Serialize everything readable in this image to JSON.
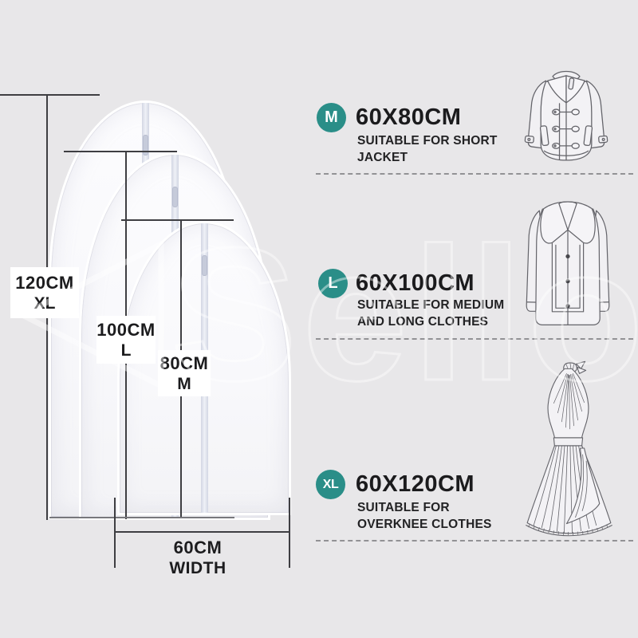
{
  "watermark": {
    "text": "Sello",
    "symbol": "triangle-outline"
  },
  "colors": {
    "background": "#e8e7e9",
    "accent_teal": "#2a8e88",
    "text_dark": "#1c1c1e",
    "dimension_line": "#3e3e42",
    "dash": "#929295"
  },
  "size_diagram": {
    "height_labels": [
      {
        "value": "120CM",
        "size": "XL"
      },
      {
        "value": "100CM",
        "size": "L"
      },
      {
        "value": "80CM",
        "size": "M"
      }
    ],
    "width_label": {
      "value": "60CM",
      "caption": "WIDTH"
    }
  },
  "size_rows": [
    {
      "badge": "M",
      "dimensions": "60X80CM",
      "description_line1": "SUITABLE FOR SHORT",
      "description_line2": "JACKET",
      "garment_icon": "short-jacket-icon"
    },
    {
      "badge": "L",
      "dimensions": "60X100CM",
      "description_line1": "SUITABLE FOR MEDIUM",
      "description_line2": "AND LONG CLOTHES",
      "garment_icon": "long-coat-icon"
    },
    {
      "badge": "XL",
      "dimensions": "60X120CM",
      "description_line1": "SUITABLE FOR",
      "description_line2": "OVERKNEE CLOTHES",
      "garment_icon": "halter-dress-icon"
    }
  ]
}
